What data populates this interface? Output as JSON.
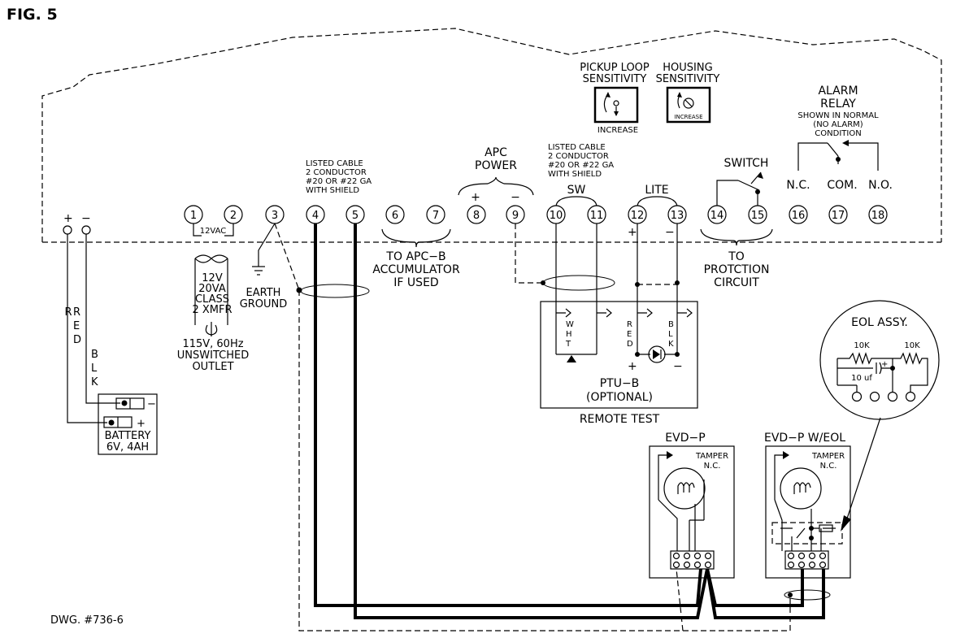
{
  "figure_label": "FIG. 5",
  "drawing_number": "DWG. #736-6",
  "terminals": [
    "1",
    "2",
    "3",
    "4",
    "5",
    "6",
    "7",
    "8",
    "9",
    "10",
    "11",
    "12",
    "13",
    "14",
    "15",
    "16",
    "17",
    "18"
  ],
  "battery": {
    "label": "BATTERY",
    "rating": "6V, 4AH",
    "plus": "+",
    "minus": "−",
    "red_wire": "RED",
    "black_wire": "BLK"
  },
  "transformer": {
    "output": "12VAC",
    "l1": "12V",
    "l2": "20VA",
    "l3": "CLASS",
    "l4": "2 XMFR",
    "src1": "115V, 60Hz",
    "src2": "UNSWITCHED",
    "src3": "OUTLET"
  },
  "earth_ground": {
    "l1": "EARTH",
    "l2": "GROUND"
  },
  "cable_note_1": {
    "l1": "LISTED CABLE",
    "l2": "2 CONDUCTOR",
    "l3": "#20 OR #22 GA",
    "l4": "WITH SHIELD"
  },
  "cable_note_2": {
    "l1": "LISTED CABLE",
    "l2": "2 CONDUCTOR",
    "l3": "#20 OR #22 GA",
    "l4": "WITH SHIELD"
  },
  "accumulator": {
    "l1": "TO APC−B",
    "l2": "ACCUMULATOR",
    "l3": "IF USED"
  },
  "apc_power": {
    "l1": "APC",
    "l2": "POWER",
    "plus": "+",
    "minus": "−"
  },
  "sw_label": "SW",
  "lite_label": "LITE",
  "lite_plus": "+",
  "lite_minus": "−",
  "pickup_loop": {
    "l1": "PICKUP LOOP",
    "l2": "SENSITIVITY",
    "caption": "INCREASE"
  },
  "housing": {
    "l1": "HOUSING",
    "l2": "SENSITIVITY",
    "caption": "INCREASE"
  },
  "switch_label": "SWITCH",
  "protection": {
    "l1": "TO",
    "l2": "PROTCTION",
    "l3": "CIRCUIT"
  },
  "alarm_relay": {
    "l1": "ALARM",
    "l2": "RELAY",
    "l3": "SHOWN IN NORMAL",
    "l4": "(NO ALARM)",
    "l5": "CONDITION",
    "nc": "N.C.",
    "com": "COM.",
    "no": "N.O."
  },
  "ptu": {
    "l1": "PTU−B",
    "l2": "(OPTIONAL)",
    "caption": "REMOTE TEST",
    "wht": [
      "W",
      "H",
      "T"
    ],
    "red": [
      "R",
      "E",
      "D"
    ],
    "blk": [
      "B",
      "L",
      "K"
    ],
    "plus": "+",
    "minus": "−"
  },
  "eol": {
    "title": "EOL ASSY.",
    "r1": "10K",
    "r2": "10K",
    "cap": "10  uf",
    "plus": "+"
  },
  "evd1": {
    "title": "EVD−P",
    "tamper1": "TAMPER",
    "tamper2": "N.C."
  },
  "evd2": {
    "title": "EVD−P W/EOL",
    "tamper1": "TAMPER",
    "tamper2": "N.C."
  }
}
